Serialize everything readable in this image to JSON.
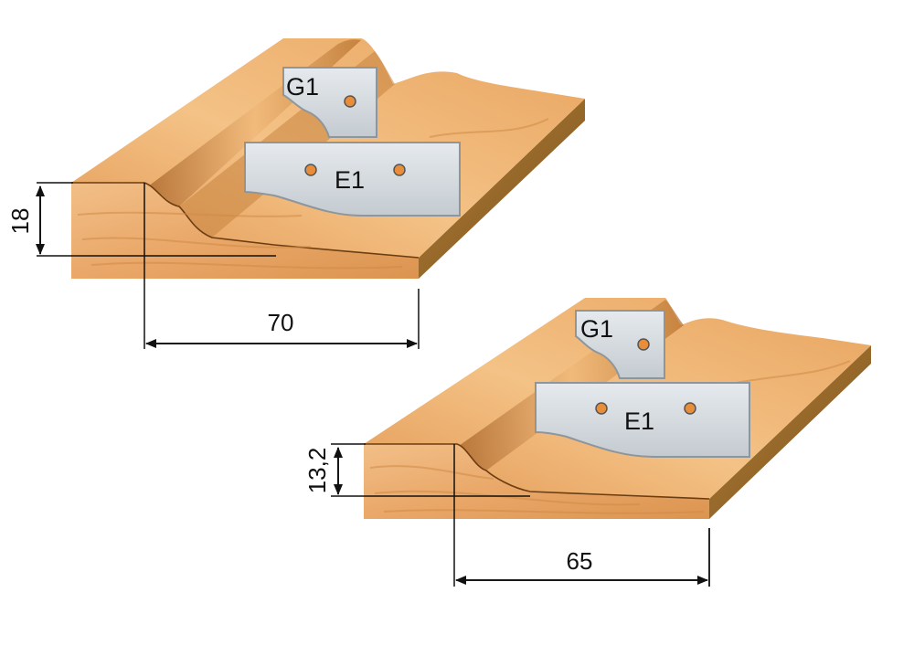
{
  "colors": {
    "wood_top": "#e9a35f",
    "wood_top_light": "#f6c98e",
    "wood_front": "#eeb47a",
    "wood_side": "#9a6a2a",
    "wood_grain": "#c97d3a",
    "knife": "#d2d8dc",
    "knife_edge": "#8d969c",
    "dimension_line": "#111111"
  },
  "profile_1": {
    "knife_top_label": "G1",
    "knife_bottom_label": "E1",
    "height_dimension": "18",
    "width_dimension": "70"
  },
  "profile_2": {
    "knife_top_label": "G1",
    "knife_bottom_label": "E1",
    "height_dimension": "13,2",
    "width_dimension": "65"
  }
}
